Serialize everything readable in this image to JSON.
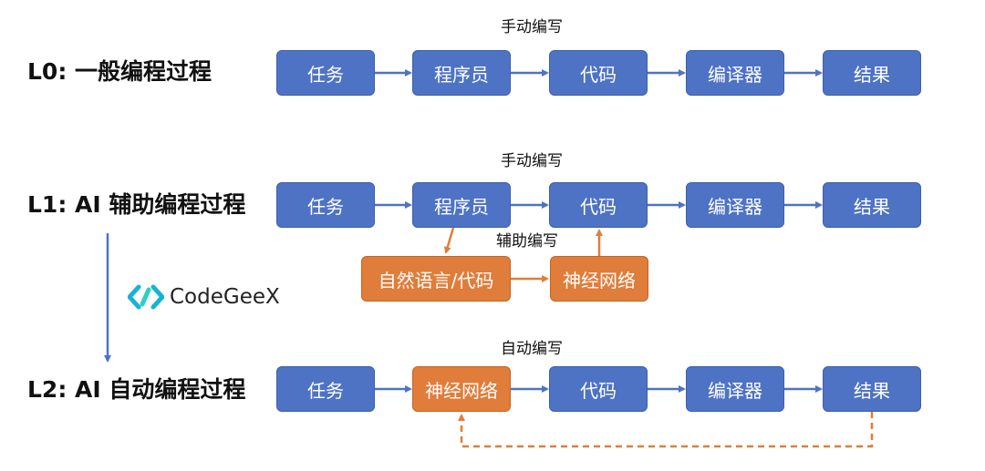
{
  "levels": {
    "l0": {
      "label": "L0: 一般编程过程",
      "caption": "手动编写",
      "steps": [
        "任务",
        "程序员",
        "代码",
        "编译器",
        "结果"
      ]
    },
    "l1": {
      "label": "L1: AI 辅助编程过程",
      "caption": "手动编写",
      "steps": [
        "任务",
        "程序员",
        "代码",
        "编译器",
        "结果"
      ],
      "assist_caption": "辅助编写",
      "assist_steps": [
        "自然语言/代码",
        "神经网络"
      ]
    },
    "l2": {
      "label": "L2: AI 自动编程过程",
      "caption": "自动编写",
      "steps": [
        "任务",
        "神经网络",
        "代码",
        "编译器",
        "结果"
      ]
    }
  },
  "logo": {
    "text": "CodeGeeX",
    "icon": "codegeex-logo-icon"
  },
  "colors": {
    "blue": "#4e73c4",
    "orange": "#e07d3a",
    "arrow_blue": "#4e73c4",
    "arrow_orange": "#e07d3a"
  }
}
